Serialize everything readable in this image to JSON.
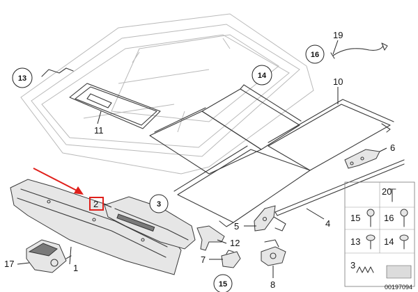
{
  "labels": {
    "p1": "1",
    "p2": "2",
    "p3": "3",
    "p4": "4",
    "p5": "5",
    "p6": "6",
    "p7": "7",
    "p8": "8",
    "p10": "10",
    "p11": "11",
    "p12": "12",
    "p13": "13",
    "p14": "14",
    "p15": "15",
    "p16": "16",
    "p17": "17",
    "p19": "19",
    "g20": "20",
    "g15": "15",
    "g16": "16",
    "g13": "13",
    "g14": "14",
    "g3": "3"
  },
  "diagram_ref": "00197094",
  "colors": {
    "highlight_box": "#e0201b",
    "arrow": "#e0201b",
    "line": "#3a3a3a"
  }
}
